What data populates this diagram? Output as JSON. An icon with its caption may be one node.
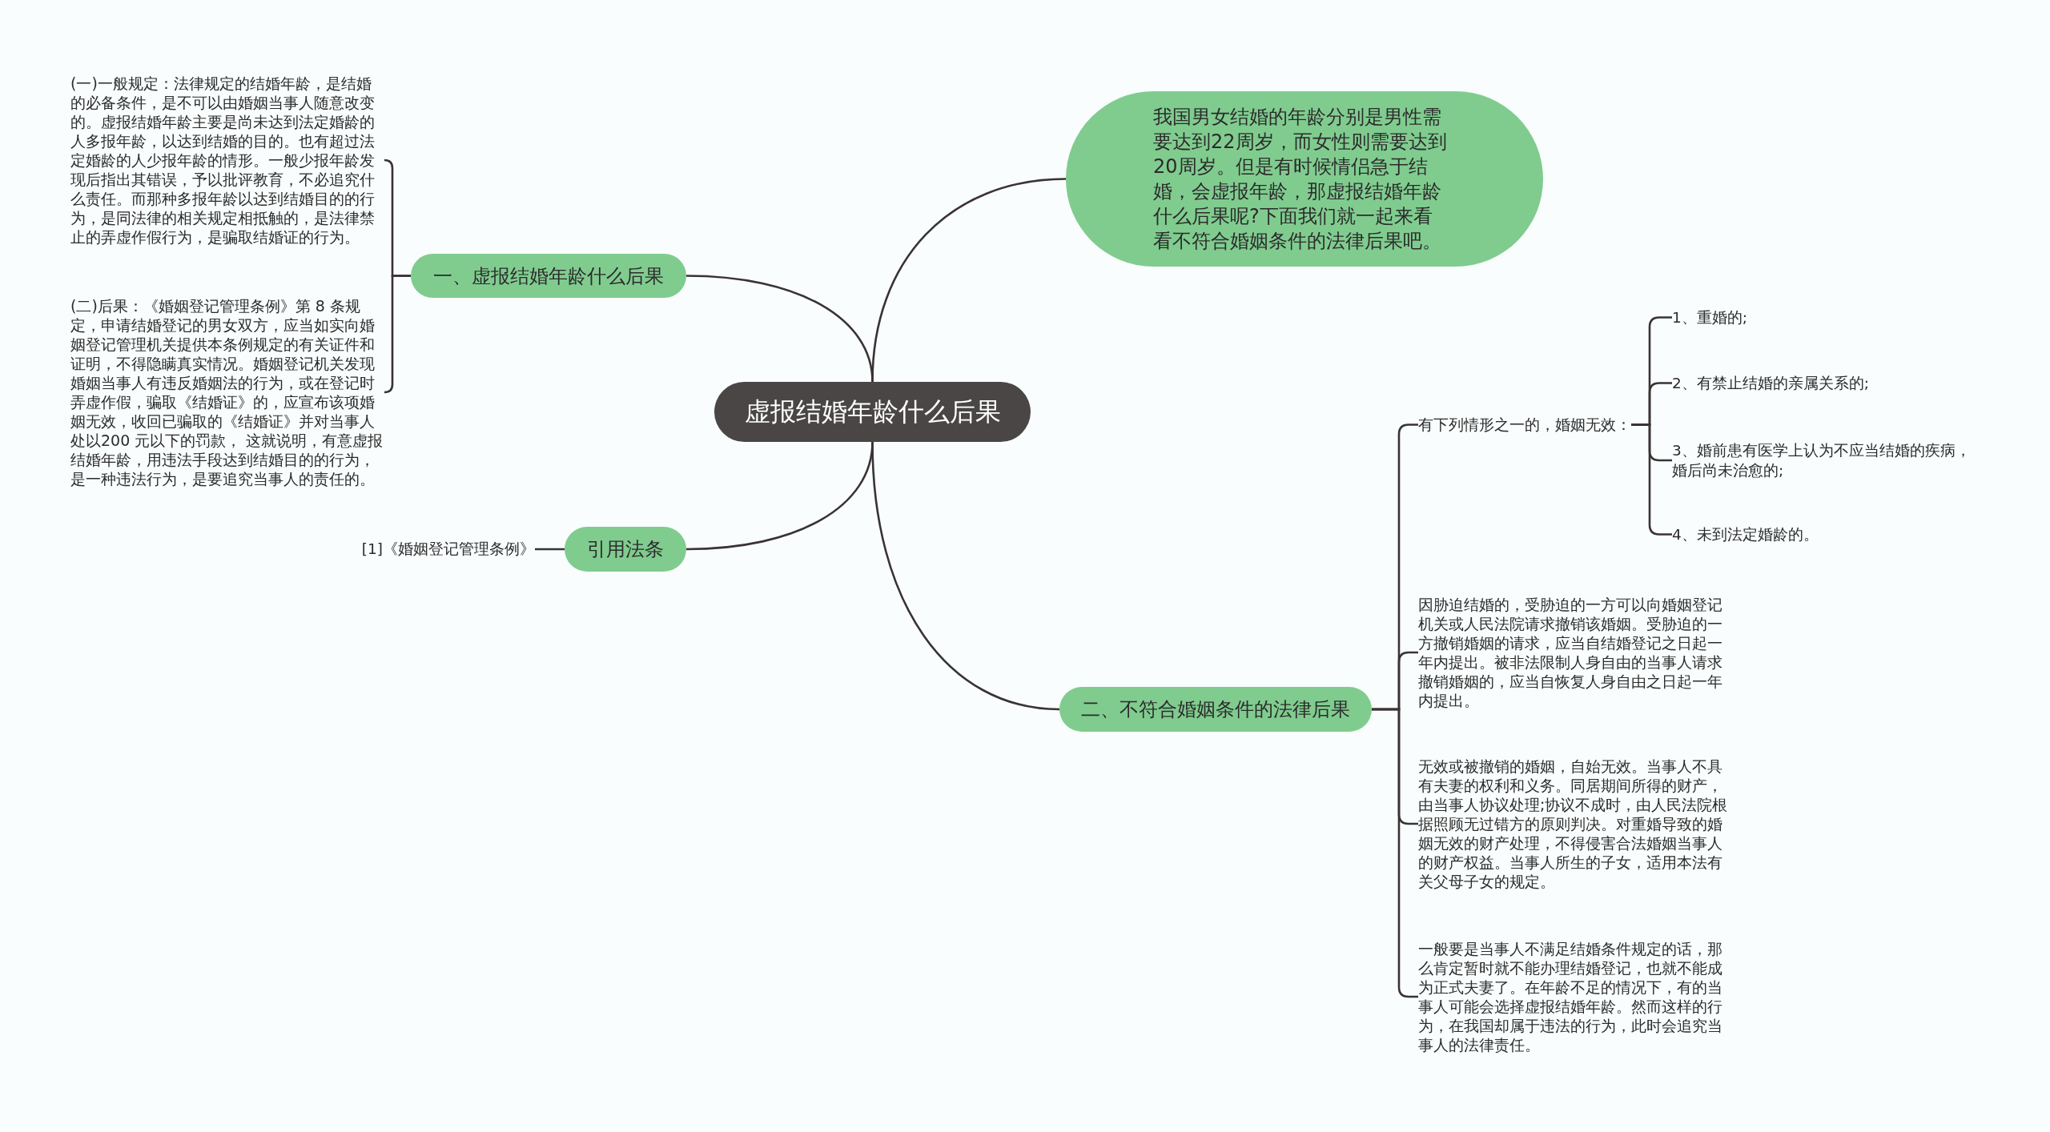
{
  "diagram": {
    "nodes": [
      {
        "text": [
          "虚报结婚年龄什么后果"
        ]
      },
      {
        "text": [
          "我国男女结婚的年龄分别是男性需要达到22周岁，而女性则需要达到20周岁。但是有时候情侣急于结婚，会虚报年龄，那虚报结婚年龄什么后果呢?下面我们就一起来看看不符合婚姻条件的法律后果吧。"
        ]
      },
      {
        "text": [
          "一、虚报结婚年龄什么后果"
        ]
      },
      {
        "text": [
          "(一)一般规定：法律规定的结婚年龄，是结婚的必备条件，是不可以由婚姻当事人随意改变的。虚报结婚年龄主要是尚未达到法定婚龄的人多报年龄，以达到结婚的目的。也有超过法定婚龄的人少报年龄的情形。一般少报年龄发现后指出其错误，予以批评教育，不必追究什么责任。而那种多报年龄以达到结婚目的的行为，是同法律的相关规定相抵触的，是法律禁止的弄虚作假行为，是骗取结婚证的行为。"
        ]
      },
      {
        "text": [
          "(二)后果：《婚姻登记管理条例》第 8 条规定，申请结婚登记的男女双方，应当如实向婚姻登记管理机关提供本条例规定的有关证件和证明，不得隐瞒真实情况。婚姻登记机关发现婚姻当事人有违反婚姻法的行为，或在登记时弄虚作假，骗取《结婚证》的，应宣布该项婚姻无效，收回已骗取的《结婚证》并对当事人处以200 元以下的罚款， 这就说明，有意虚报结婚年龄，用违法手段达到结婚目的的行为，是一种违法行为，是要追究当事人的责任的。"
        ]
      },
      {
        "text": [
          "引用法条"
        ]
      },
      {
        "text": [
          "[1]《婚姻登记管理条例》"
        ]
      },
      {
        "text": [
          "二、不符合婚姻条件的法律后果"
        ]
      },
      {
        "text": [
          "有下列情形之一的，婚姻无效："
        ]
      },
      {
        "text": [
          "1、重婚的;"
        ]
      },
      {
        "text": [
          "2、有禁止结婚的亲属关系的;"
        ]
      },
      {
        "text": [
          "3、婚前患有医学上认为不应当结婚的疾病，婚后尚未治愈的;"
        ]
      },
      {
        "text": [
          "4、未到法定婚龄的。"
        ]
      },
      {
        "text": [
          "因胁迫结婚的，受胁迫的一方可以向婚姻登记机关或人民法院请求撤销该婚姻。受胁迫的一方撤销婚姻的请求，应当自结婚登记之日起一年内提出。被非法限制人身自由的当事人请求撤销婚姻的，应当自恢复人身自由之日起一年内提出。"
        ]
      },
      {
        "text": [
          "无效或被撤销的婚姻，自始无效。当事人不具有夫妻的权利和义务。同居期间所得的财产，由当事人协议处理;协议不成时，由人民法院根据照顾无过错方的原则判决。对重婚导致的婚姻无效的财产处理，不得侵害合法婚姻当事人的财产权益。当事人所生的子女，适用本法有关父母子女的规定。"
        ]
      },
      {
        "text": [
          "一般要是当事人不满足结婚条件规定的话，那么肯定暂时就不能办理结婚登记，也就不能成为正式夫妻了。在年龄不足的情况下，有的当事人可能会选择虚报结婚年龄。然而这样的行为，在我国却属于违法的行为，此时会追究当事人的法律责任。"
        ]
      }
    ],
    "edges": [
      {
        "from": 0,
        "to": 1,
        "arrow": "none"
      },
      {
        "from": 0,
        "to": 2,
        "arrow": "none"
      },
      {
        "from": 2,
        "to": 3,
        "arrow": "none"
      },
      {
        "from": 2,
        "to": 4,
        "arrow": "none"
      },
      {
        "from": 0,
        "to": 5,
        "arrow": "none"
      },
      {
        "from": 5,
        "to": 6,
        "arrow": "none"
      },
      {
        "from": 0,
        "to": 7,
        "arrow": "none"
      },
      {
        "from": 7,
        "to": 8,
        "arrow": "none"
      },
      {
        "from": 8,
        "to": 9,
        "arrow": "none"
      },
      {
        "from": 8,
        "to": 10,
        "arrow": "none"
      },
      {
        "from": 8,
        "to": 11,
        "arrow": "none"
      },
      {
        "from": 8,
        "to": 12,
        "arrow": "none"
      },
      {
        "from": 7,
        "to": 13,
        "arrow": "none"
      },
      {
        "from": 7,
        "to": 14,
        "arrow": "none"
      },
      {
        "from": 7,
        "to": 15,
        "arrow": "none"
      }
    ]
  }
}
